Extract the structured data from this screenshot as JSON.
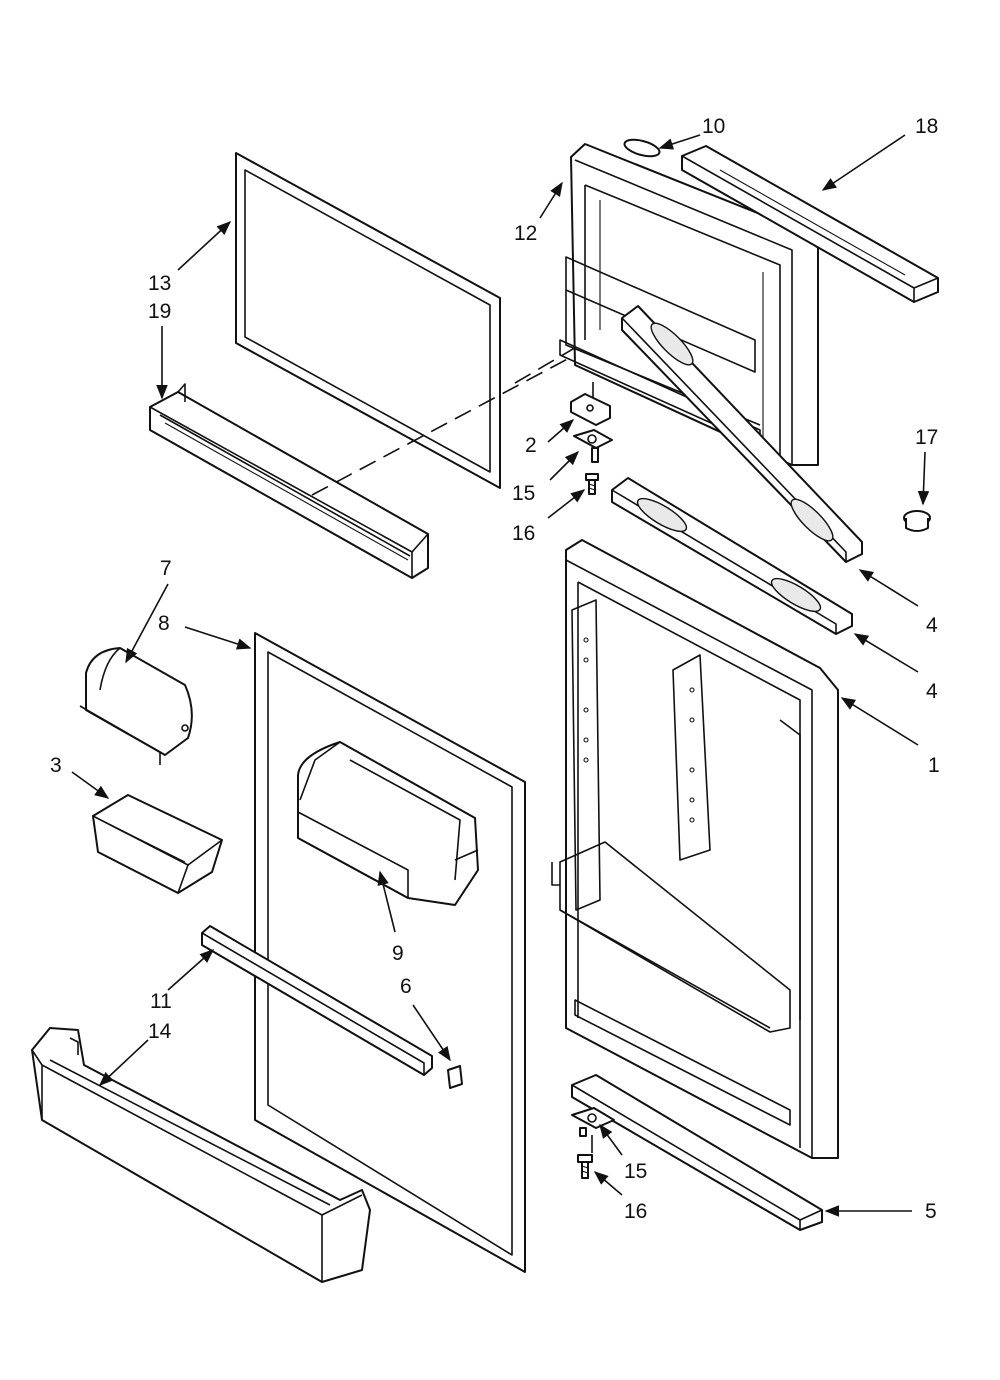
{
  "callouts": [
    {
      "id": "c10",
      "text": "10"
    },
    {
      "id": "c18",
      "text": "18"
    },
    {
      "id": "c12",
      "text": "12"
    },
    {
      "id": "c13",
      "text": "13"
    },
    {
      "id": "c19",
      "text": "19"
    },
    {
      "id": "c2",
      "text": "2"
    },
    {
      "id": "c15a",
      "text": "15"
    },
    {
      "id": "c16a",
      "text": "16"
    },
    {
      "id": "c17",
      "text": "17"
    },
    {
      "id": "c4a",
      "text": "4"
    },
    {
      "id": "c4b",
      "text": "4"
    },
    {
      "id": "c7",
      "text": "7"
    },
    {
      "id": "c8",
      "text": "8"
    },
    {
      "id": "c1",
      "text": "1"
    },
    {
      "id": "c3",
      "text": "3"
    },
    {
      "id": "c9",
      "text": "9"
    },
    {
      "id": "c6",
      "text": "6"
    },
    {
      "id": "c11",
      "text": "11"
    },
    {
      "id": "c14",
      "text": "14"
    },
    {
      "id": "c15b",
      "text": "15"
    },
    {
      "id": "c16b",
      "text": "16"
    },
    {
      "id": "c5",
      "text": "5"
    }
  ]
}
